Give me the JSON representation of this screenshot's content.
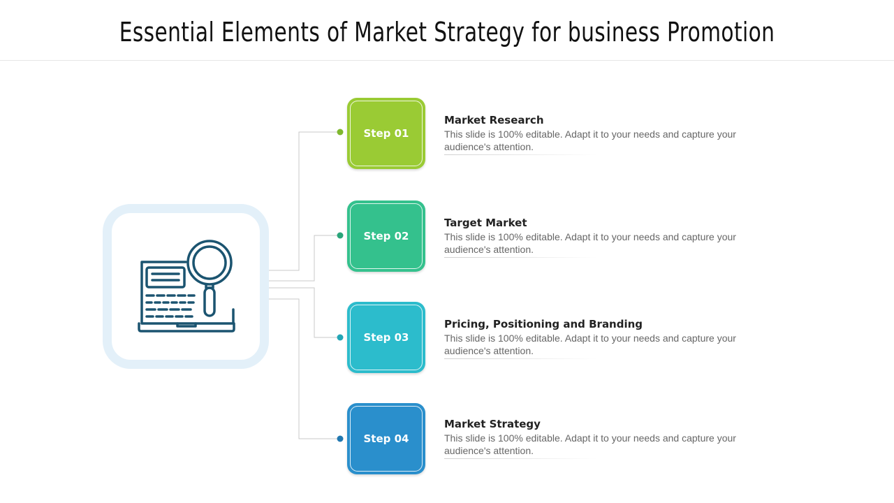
{
  "title": "Essential Elements of Market Strategy for business Promotion",
  "center_icon": "laptop-search-icon",
  "colors": {
    "icon_stroke": "#1b5470",
    "icon_frame": "#e3f0f9",
    "connector": "#c9c9c9"
  },
  "steps": [
    {
      "label": "Step 01",
      "heading": "Market Research",
      "description": "This slide is 100% editable. Adapt it to your needs and capture your audience's attention.",
      "color": "#9acb34"
    },
    {
      "label": "Step 02",
      "heading": "Target Market",
      "description": "This slide is 100% editable. Adapt it to your needs and capture your audience's attention.",
      "color": "#34c18d"
    },
    {
      "label": "Step 03",
      "heading": "Pricing, Positioning and Branding",
      "description": "This slide is 100% editable. Adapt it to your needs and capture your audience's attention.",
      "color": "#2cbccc"
    },
    {
      "label": "Step 04",
      "heading": "Market Strategy",
      "description": "This slide is 100% editable. Adapt it to your needs and capture your audience's attention.",
      "color": "#2a8fcc"
    }
  ]
}
